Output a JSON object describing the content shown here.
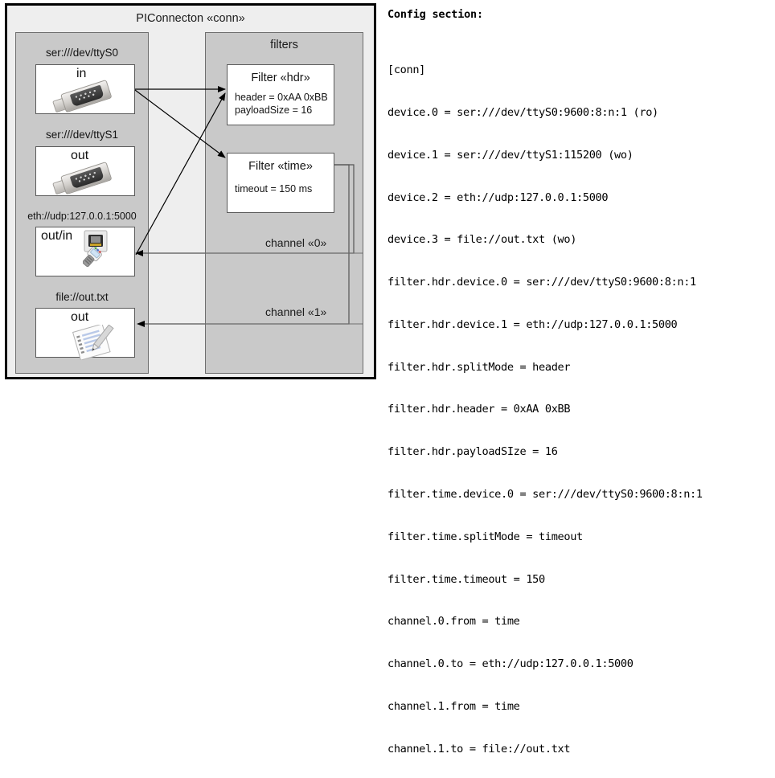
{
  "diagram": {
    "title": "PIConnecton «conn»",
    "devices_panel": {
      "devices": [
        {
          "label": "ser:///dev/ttyS0",
          "io": "in",
          "icon": "serial-port-icon"
        },
        {
          "label": "ser:///dev/ttyS1",
          "io": "out",
          "icon": "serial-port-icon"
        },
        {
          "label": "eth://udp:127.0.0.1:5000",
          "io": "out/in",
          "icon": "ethernet-jack-icon"
        },
        {
          "label": "file://out.txt",
          "io": "out",
          "icon": "document-pen-icon"
        }
      ]
    },
    "filters_panel": {
      "title": "filters",
      "filters": [
        {
          "title": "Filter «hdr»",
          "props": [
            "header = 0xAA 0xBB",
            "payloadSize = 16"
          ]
        },
        {
          "title": "Filter «time»",
          "props": [
            "timeout = 150 ms"
          ]
        }
      ],
      "channels": [
        {
          "label": "channel «0»"
        },
        {
          "label": "channel «1»"
        }
      ]
    },
    "colors": {
      "frame_border": "#000000",
      "frame_fill": "#eeeeee",
      "panel_fill": "#c9c9c9",
      "panel_border": "#6e6e6e",
      "box_fill": "#ffffff",
      "box_border": "#5a5a5a",
      "arrow": "#000000"
    }
  },
  "config": {
    "heading": "Config section:",
    "lines": [
      "[conn]",
      "device.0 = ser:///dev/ttyS0:9600:8:n:1 (ro)",
      "device.1 = ser:///dev/ttyS1:115200 (wo)",
      "device.2 = eth://udp:127.0.0.1:5000",
      "device.3 = file://out.txt (wo)",
      "filter.hdr.device.0 = ser:///dev/ttyS0:9600:8:n:1",
      "filter.hdr.device.1 = eth://udp:127.0.0.1:5000",
      "filter.hdr.splitMode = header",
      "filter.hdr.header = 0xAA 0xBB",
      "filter.hdr.payloadSIze = 16",
      "filter.time.device.0 = ser:///dev/ttyS0:9600:8:n:1",
      "filter.time.splitMode = timeout",
      "filter.time.timeout = 150",
      "channel.0.from = time",
      "channel.0.to = eth://udp:127.0.0.1:5000",
      "channel.1.from = time",
      "channel.1.to = file://out.txt"
    ]
  }
}
